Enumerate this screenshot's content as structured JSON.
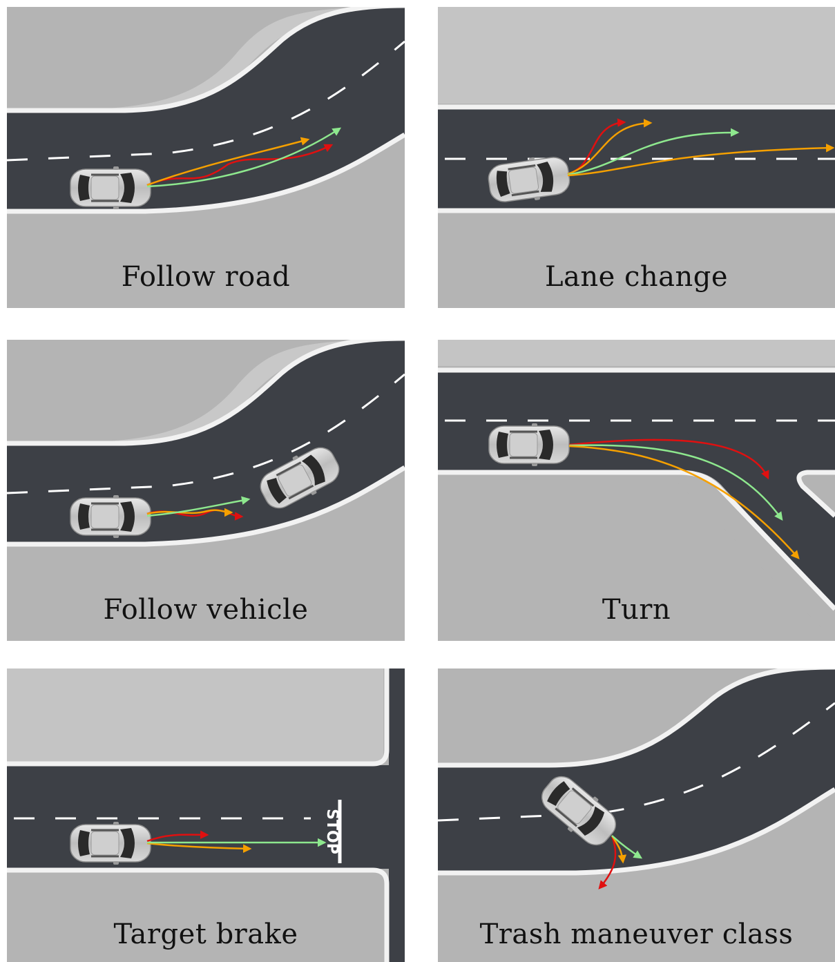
{
  "figure": {
    "panels": [
      {
        "id": "follow-road",
        "label": "Follow road"
      },
      {
        "id": "lane-change",
        "label": "Lane change"
      },
      {
        "id": "follow-vehicle",
        "label": "Follow vehicle"
      },
      {
        "id": "turn",
        "label": "Turn"
      },
      {
        "id": "target-brake",
        "label": "Target brake",
        "sign_text": "STOP"
      },
      {
        "id": "trash",
        "label": "Trash maneuver class"
      }
    ],
    "trajectory_colors": {
      "red": "#e01010",
      "orange": "#f5a000",
      "green": "#8ee88e"
    },
    "colors": {
      "asphalt": "#3d4046",
      "ground": "#b4b4b4",
      "lane_marking": "#ffffff"
    }
  }
}
